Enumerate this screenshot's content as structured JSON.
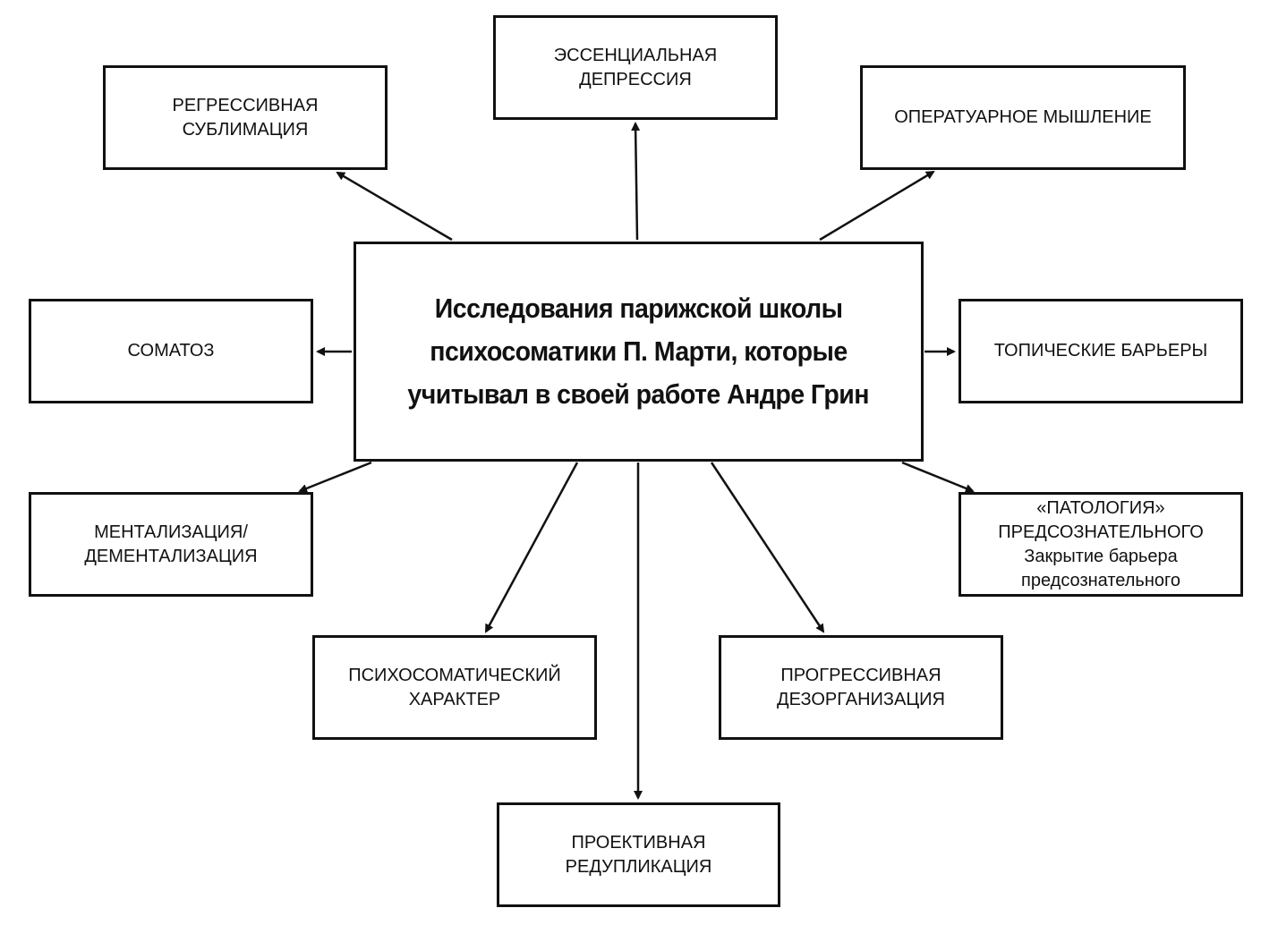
{
  "center": {
    "lines": [
      "Исследования парижской школы",
      "психосоматики П. Марти, которые",
      "учитывал в своей работе Андре Грин"
    ]
  },
  "nodes": {
    "regressive_sublimation": [
      "РЕГРЕССИВНАЯ",
      "СУБЛИМАЦИЯ"
    ],
    "essential_depression": [
      "ЭССЕНЦИАЛЬНАЯ",
      "ДЕПРЕССИЯ"
    ],
    "operative_thinking": [
      "ОПЕРАТУАРНОЕ МЫШЛЕНИЕ"
    ],
    "somatosis": [
      "СОМАТОЗ"
    ],
    "topical_barriers": [
      "ТОПИЧЕСКИЕ БАРЬЕРЫ"
    ],
    "mentalization": [
      "МЕНТАЛИЗАЦИЯ/",
      "ДЕМЕНТАЛИЗАЦИЯ"
    ],
    "preconscious_pathology": [
      "«ПАТОЛОГИЯ»",
      "ПРЕДСОЗНАТЕЛЬНОГО",
      "Закрытие барьера",
      "предсознательного"
    ],
    "psychosomatic_character": [
      "ПСИХОСОМАТИЧЕСКИЙ",
      "ХАРАКТЕР"
    ],
    "progressive_disorganization": [
      "ПРОГРЕССИВНАЯ",
      "ДЕЗОРГАНИЗАЦИЯ"
    ],
    "projective_reduplication": [
      "ПРОЕКТИВНАЯ",
      "РЕДУПЛИКАЦИЯ"
    ]
  }
}
